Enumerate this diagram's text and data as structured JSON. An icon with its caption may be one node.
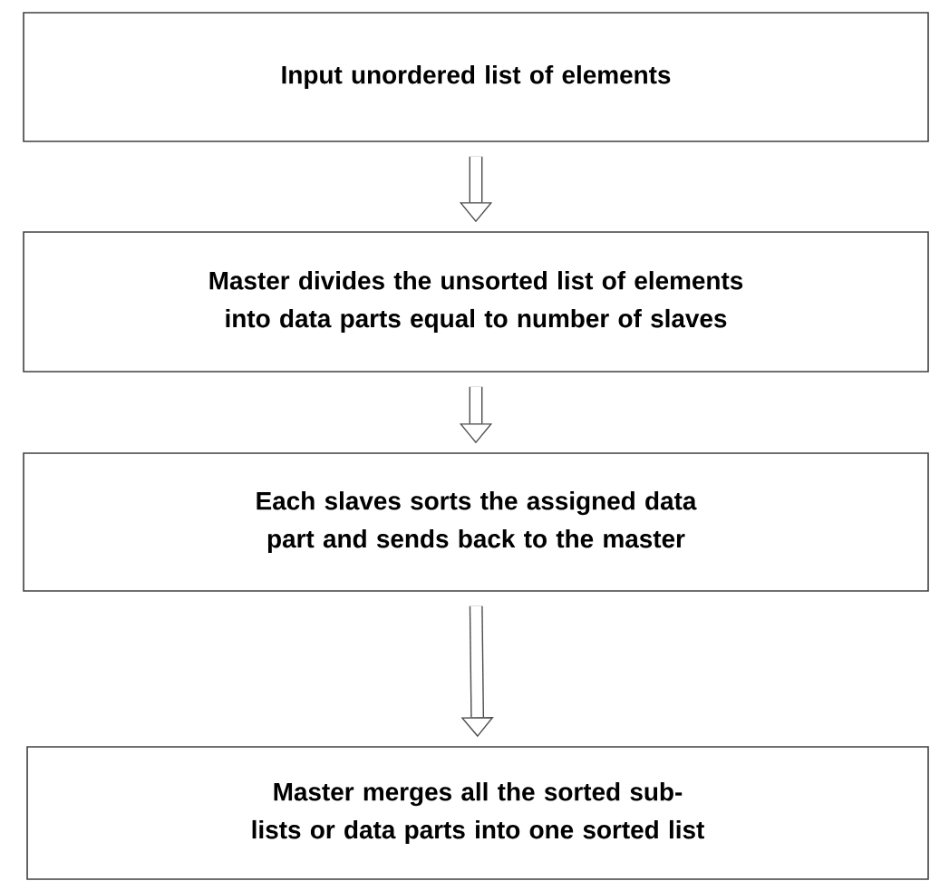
{
  "diagram": {
    "nodes": [
      {
        "text": [
          "Input unordered list of elements"
        ]
      },
      {
        "text": [
          "Master divides the unsorted list of elements into data parts equal to number of slaves"
        ]
      },
      {
        "text": [
          "Each slaves sorts the assigned data part and sends back to the master"
        ]
      },
      {
        "text": [
          "Master merges all the sorted sub-lists or data parts into one sorted list"
        ]
      }
    ],
    "edges": [
      {
        "from": 0,
        "to": 1,
        "arrow": "to"
      },
      {
        "from": 1,
        "to": 2,
        "arrow": "to"
      },
      {
        "from": 2,
        "to": 3,
        "arrow": "to"
      }
    ]
  }
}
